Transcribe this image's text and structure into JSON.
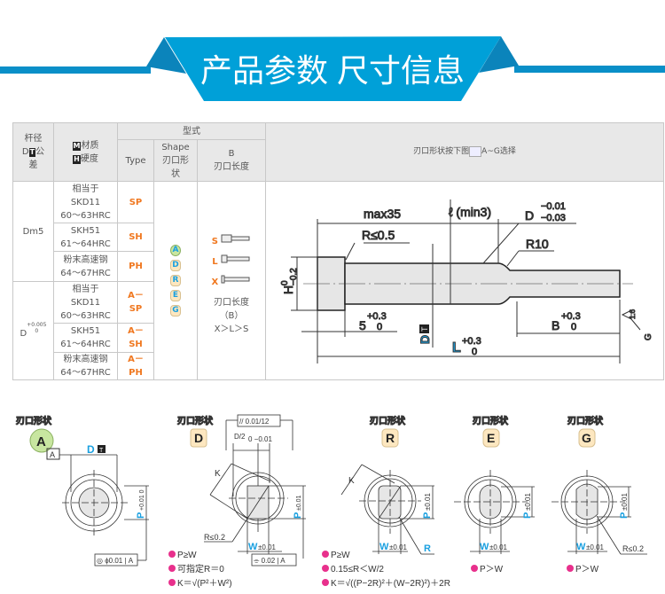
{
  "banner": {
    "title": "产品参数 尺寸信息",
    "color": "#00a0d8"
  },
  "table": {
    "h_shaft": "杆径",
    "h_shaft2": "D",
    "h_shaft_icon": "T",
    "h_shaft3": "公",
    "h_shaft4": "差",
    "h_mat_icon": "M",
    "h_mat": "材质",
    "h_hard_icon": "H",
    "h_hard": "硬度",
    "h_style": "型式",
    "h_type": "Type",
    "h_shape": "Shape 刃口形状",
    "h_b1": "B",
    "h_b2": "刃口长度",
    "h_right": "刃口形状按下图",
    "h_right_img": "A~G选择",
    "groups": [
      {
        "tol": "Dm5",
        "rows": [
          {
            "mat": "相当于",
            "mat2": "SKD11",
            "hrc": "60～63HRC",
            "type": "SP"
          },
          {
            "mat": "SKH51",
            "mat2": "",
            "hrc": "61～64HRC",
            "type": "SH"
          },
          {
            "mat": "粉末高速钢",
            "mat2": "",
            "hrc": "64～67HRC",
            "type": "PH"
          }
        ]
      },
      {
        "tol": "D",
        "tol_up": "+0.005",
        "tol_low": "0",
        "rows": [
          {
            "mat": "相当于",
            "mat2": "SKD11",
            "hrc": "60～63HRC",
            "type": "A－SP"
          },
          {
            "mat": "SKH51",
            "mat2": "",
            "hrc": "61～64HRC",
            "type": "A－SH"
          },
          {
            "mat": "粉末高速钢",
            "mat2": "",
            "hrc": "64～67HRC",
            "type": "A－PH"
          }
        ]
      }
    ],
    "shapes": [
      "A",
      "D",
      "R",
      "E",
      "G"
    ],
    "b_lengths": [
      "S",
      "L",
      "X"
    ],
    "b_note1": "刃口长度",
    "b_note2": "（B）",
    "b_note3": "X＞L＞S"
  },
  "drawing": {
    "max35": "max35",
    "lmin": "ℓ (min3)",
    "d": "D",
    "d_up": "−0.01",
    "d_low": "−0.03",
    "r05": "R≤0.5",
    "r10": "R10",
    "h": "H",
    "h_up": "0",
    "h_low": "−0.2",
    "five": "5",
    "tol_up": "+0.3",
    "tol_low": "0",
    "dt": "D",
    "dt_icon": "T",
    "b": "B",
    "l": "L",
    "rough": "1.6",
    "g": "G"
  },
  "shapes": {
    "title": "刃口形状",
    "a": {
      "badge": "A",
      "datum": "A",
      "dim": "D",
      "dim_icon": "T",
      "p": "P",
      "p_tol": "+0.01 0",
      "frame": "◎ ϕ0.01 | A"
    },
    "d": {
      "badge": "D",
      "frame_top": "// 0.01/12",
      "half": "D/2",
      "half_tol": "0 −0.01",
      "k": "K",
      "p": "P",
      "p_tol": "±0.01",
      "w": "W",
      "w_tol": "±0.01",
      "r": "R≤0.2",
      "frame": "⌯ 0.02 | A",
      "notes": [
        "P≥W",
        "可指定R＝0",
        "K＝√(P²＋W²)"
      ]
    },
    "r": {
      "badge": "R",
      "k": "K",
      "p": "P",
      "p_tol": "±0.01",
      "w": "W",
      "w_tol": "±0.01",
      "r": "R",
      "notes": [
        "P≥W",
        "0.15≤R＜W/2",
        "K＝√((P−2R)²＋(W−2R)²)＋2R"
      ]
    },
    "e": {
      "badge": "E",
      "p": "P",
      "p_tol": "±0.01",
      "w": "W",
      "w_tol": "±0.01",
      "notes": [
        "P＞W"
      ]
    },
    "g": {
      "badge": "G",
      "p": "P",
      "p_tol": "±0.01",
      "w": "W",
      "w_tol": "±0.01",
      "r": "R≤0.2",
      "notes": [
        "P＞W"
      ]
    }
  }
}
